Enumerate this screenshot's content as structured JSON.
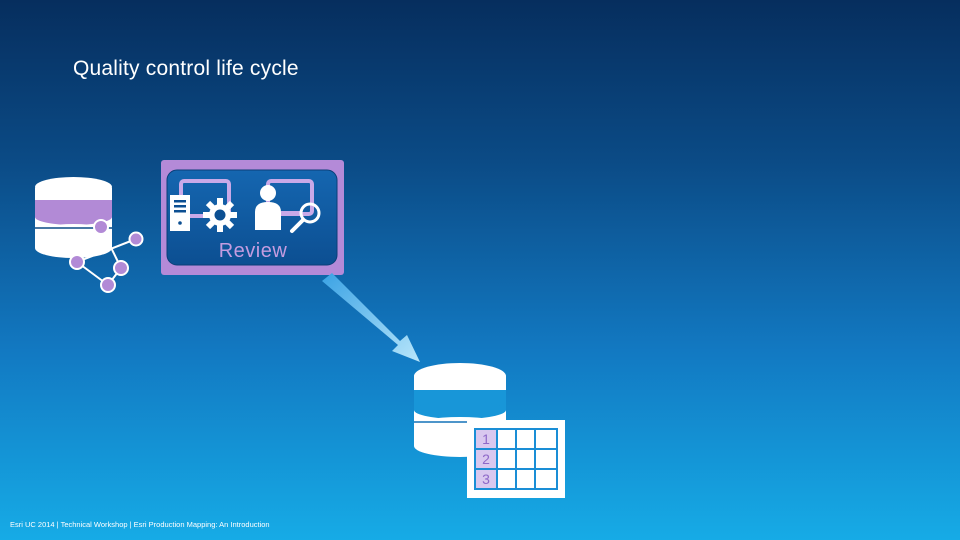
{
  "slide": {
    "title": "Quality control life cycle",
    "footer": "Esri UC 2014 | Technical Workshop | Esri Production Mapping: An Introduction"
  },
  "review_panel": {
    "label": "Review",
    "icons": [
      "computer-gear-icon",
      "person-magnifier-icon"
    ]
  },
  "table_icon": {
    "row_numbers": [
      "1",
      "2",
      "3"
    ]
  },
  "colors": {
    "background_top": "#062e5e",
    "background_bottom": "#16abe6",
    "accent_purple": "#b48ad8",
    "accent_blue": "#1896d8",
    "arrow": "#8fd4f7"
  }
}
